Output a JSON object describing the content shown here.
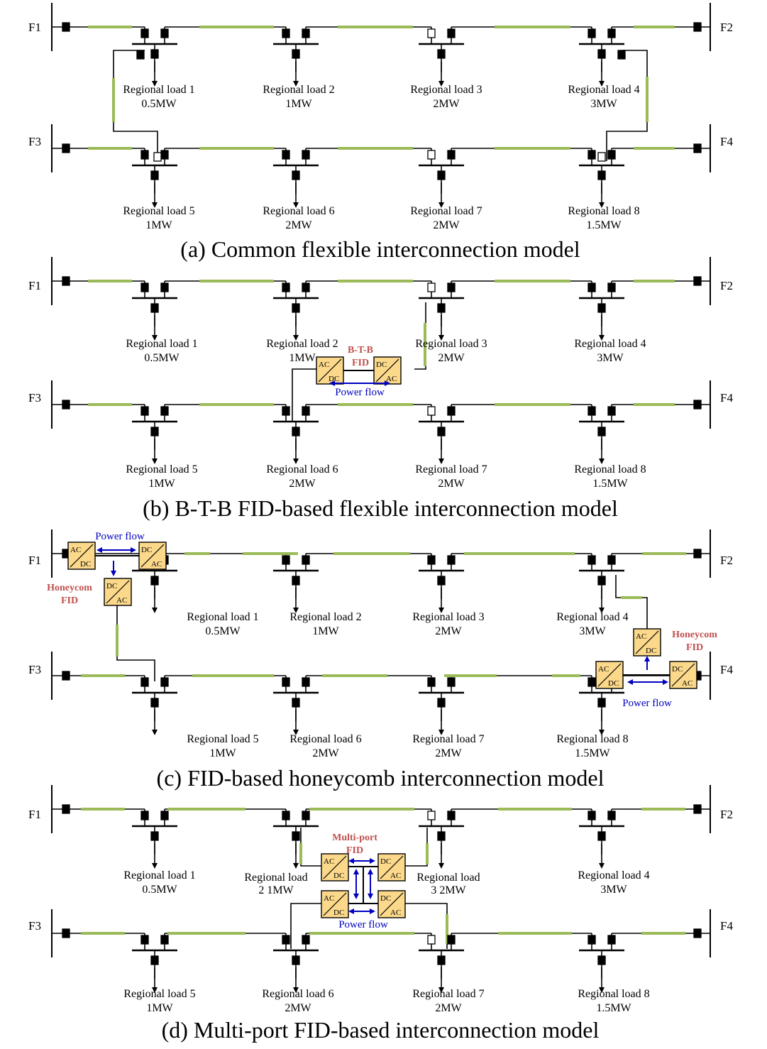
{
  "feeders": [
    "F1",
    "F2",
    "F3",
    "F4"
  ],
  "captions": {
    "a": "(a) Common flexible interconnection model",
    "b": "(b) B-T-B FID-based flexible interconnection model",
    "c": "(c) FID-based honeycomb interconnection model",
    "d": "(d) Multi-port FID-based interconnection model"
  },
  "loads_a": [
    {
      "name": "Regional load 1",
      "power": "0.5MW"
    },
    {
      "name": "Regional load 2",
      "power": "1MW"
    },
    {
      "name": "Regional load 3",
      "power": "2MW"
    },
    {
      "name": "Regional load 4",
      "power": "3MW"
    },
    {
      "name": "Regional load 5",
      "power": "1MW"
    },
    {
      "name": "Regional load 6",
      "power": "2MW"
    },
    {
      "name": "Regional load 7",
      "power": "2MW"
    },
    {
      "name": "Regional load 8",
      "power": "1.5MW"
    }
  ],
  "loads_d": {
    "load2_line1": "Regional load",
    "load2_line2": "2 1MW",
    "load3_line1": "Regional load",
    "load3_line2": "3 2MW"
  },
  "fid": {
    "btb": "B-T-B",
    "fid": "FID",
    "honeycomb": "Honeycom",
    "multiport": "Multi-port",
    "power_flow": "Power flow",
    "ac": "AC",
    "dc": "DC"
  },
  "colors": {
    "line": "#000000",
    "cable": "#9bbb59",
    "converter_fill": "#fcd98a",
    "fid_label": "#c0504d",
    "power_flow": "#0000c0"
  }
}
